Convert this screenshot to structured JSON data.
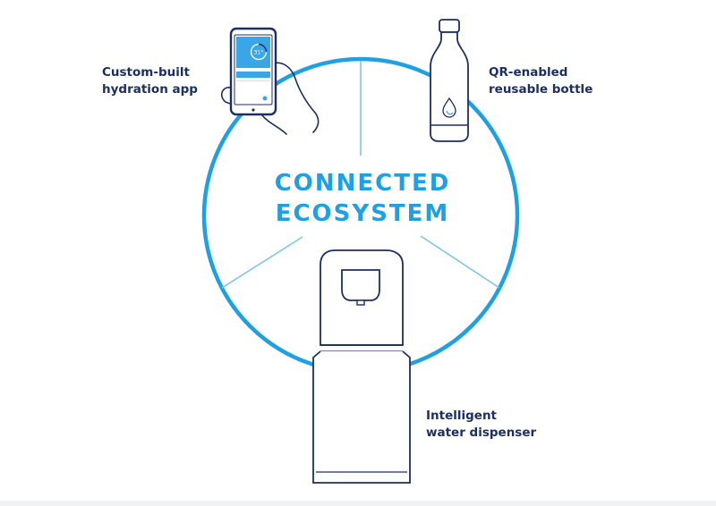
{
  "title": {
    "line1": "CONNECTED",
    "line2": "ECOSYSTEM"
  },
  "labels": {
    "app": {
      "line1": "Custom-built",
      "line2": "hydration app"
    },
    "bottle": {
      "line1": "QR-enabled",
      "line2": "reusable bottle"
    },
    "dispenser": {
      "line1": "Intelligent",
      "line2": "water dispenser"
    }
  },
  "phone_screen": {
    "gauge_value": "31°"
  },
  "colors": {
    "accent_blue": "#1ea0e3",
    "light_blue": "#7cc4ee",
    "navy": "#1c2f63",
    "screen_blue": "#3aa6e8"
  },
  "icons": [
    "smartphone-in-hand-icon",
    "reusable-bottle-icon",
    "water-drop-icon",
    "water-dispenser-icon"
  ]
}
